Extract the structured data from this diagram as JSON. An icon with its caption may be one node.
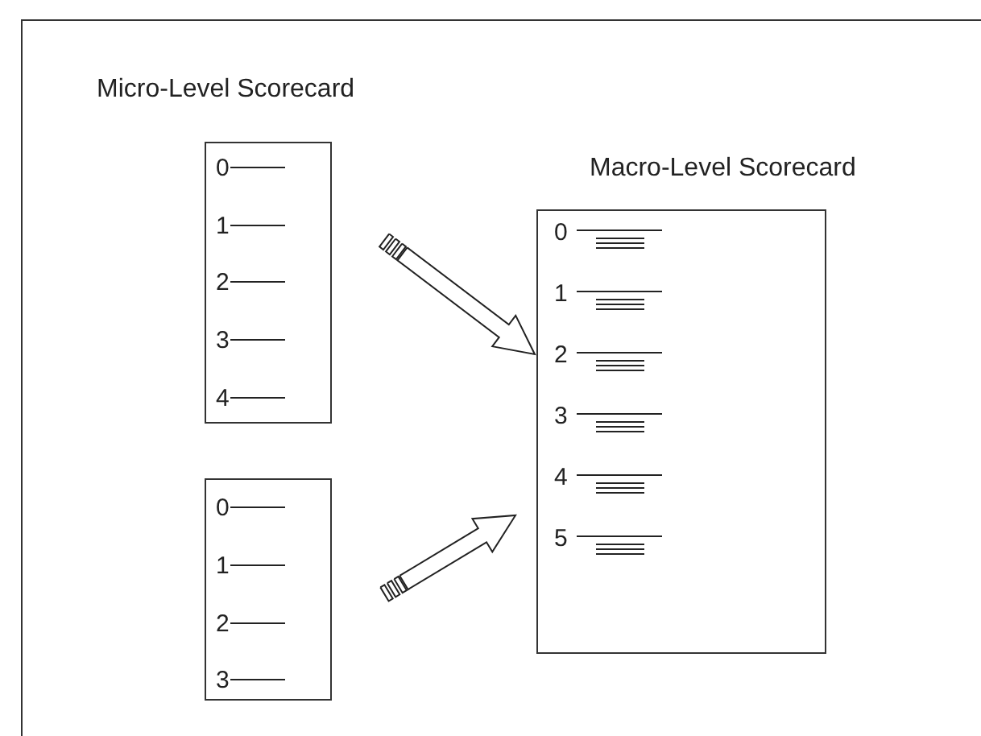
{
  "diagram": {
    "nodes": [
      {
        "text": [
          "0",
          "1",
          "2",
          "3",
          "4"
        ]
      },
      {
        "text": [
          "0",
          "1",
          "2",
          "3"
        ]
      },
      {
        "text": [
          "Macro-Level Scorecard",
          "0",
          "1",
          "2",
          "3",
          "4",
          "5"
        ]
      }
    ],
    "edges": [
      {
        "from": 0,
        "to": 2,
        "arrow": "to"
      },
      {
        "from": 1,
        "to": 2,
        "arrow": "to"
      }
    ],
    "labels": [
      "Micro-Level Scorecard"
    ]
  }
}
